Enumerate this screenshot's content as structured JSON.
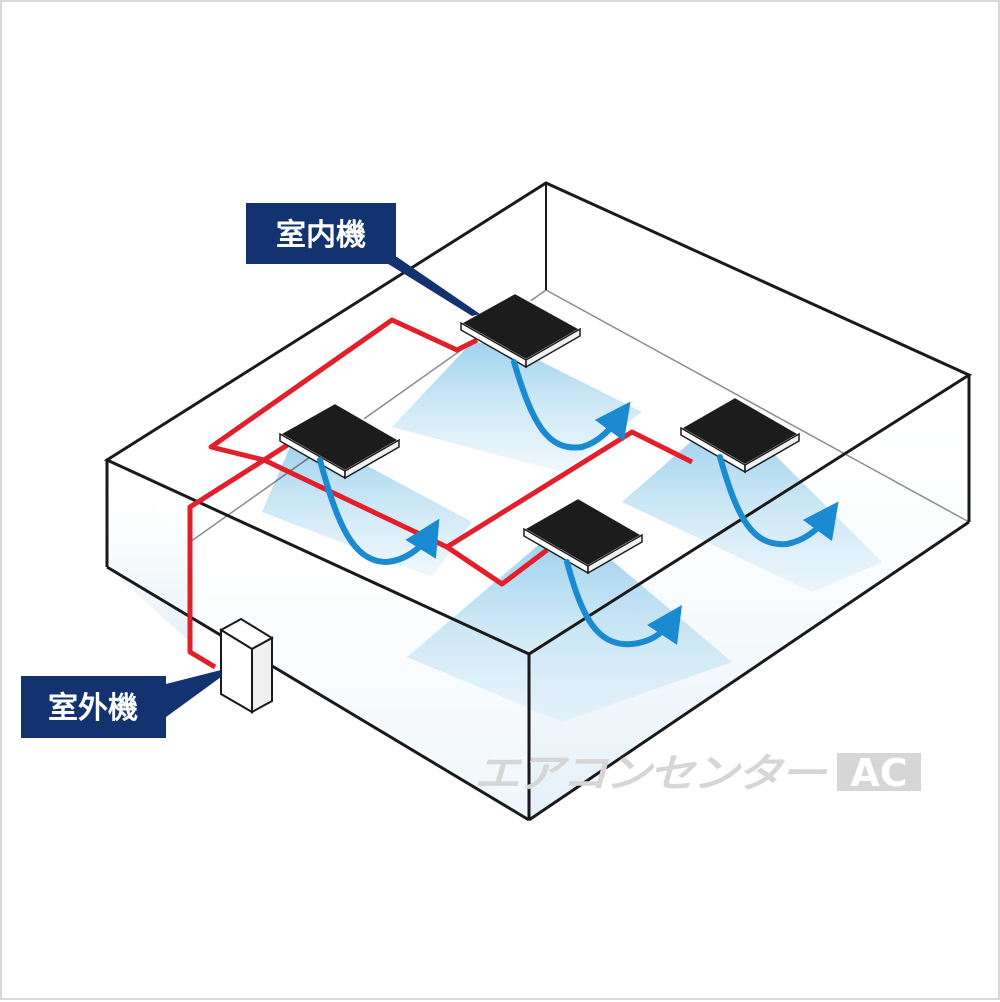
{
  "labels": {
    "indoor_unit": "室内機",
    "outdoor_unit": "室外機"
  },
  "watermark": {
    "text": "エアコンセンター",
    "logo": "AC"
  },
  "colors": {
    "label_bg": "#12336f",
    "pipe": "#e21f2b",
    "airflow": "#1b8bd1",
    "room_outline": "#1a1a1a",
    "unit_top": "#1c1c1c"
  },
  "icons": [
    "indoor-unit-icon",
    "outdoor-unit-icon",
    "airflow-arrow-icon"
  ]
}
